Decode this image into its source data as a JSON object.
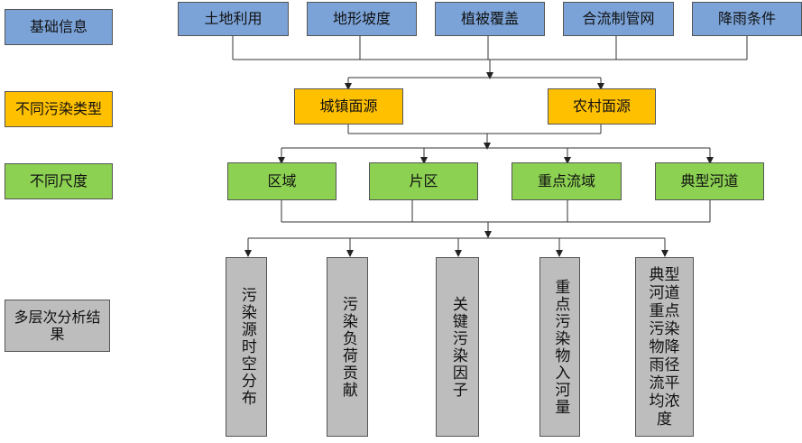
{
  "categories": {
    "basic_info": "基础信息",
    "pollution_types": "不同污染类型",
    "scales": "不同尺度",
    "results": "多层次分析结果"
  },
  "basic_info_items": [
    "土地利用",
    "地形坡度",
    "植被覆盖",
    "合流制管网",
    "降雨条件"
  ],
  "pollution_type_items": [
    "城镇面源",
    "农村面源"
  ],
  "scale_items": [
    "区域",
    "片区",
    "重点流域",
    "典型河道"
  ],
  "result_items": [
    "污染源时空分布",
    "污染负荷贡献",
    "关键污染因子",
    "重点污染物入河量",
    "典型河道重点污染物降雨径流平均浓度"
  ],
  "colors": {
    "basic": "#7BA3D8",
    "pollution": "#FFC000",
    "scale": "#8CD152",
    "result": "#BDBDBD"
  }
}
